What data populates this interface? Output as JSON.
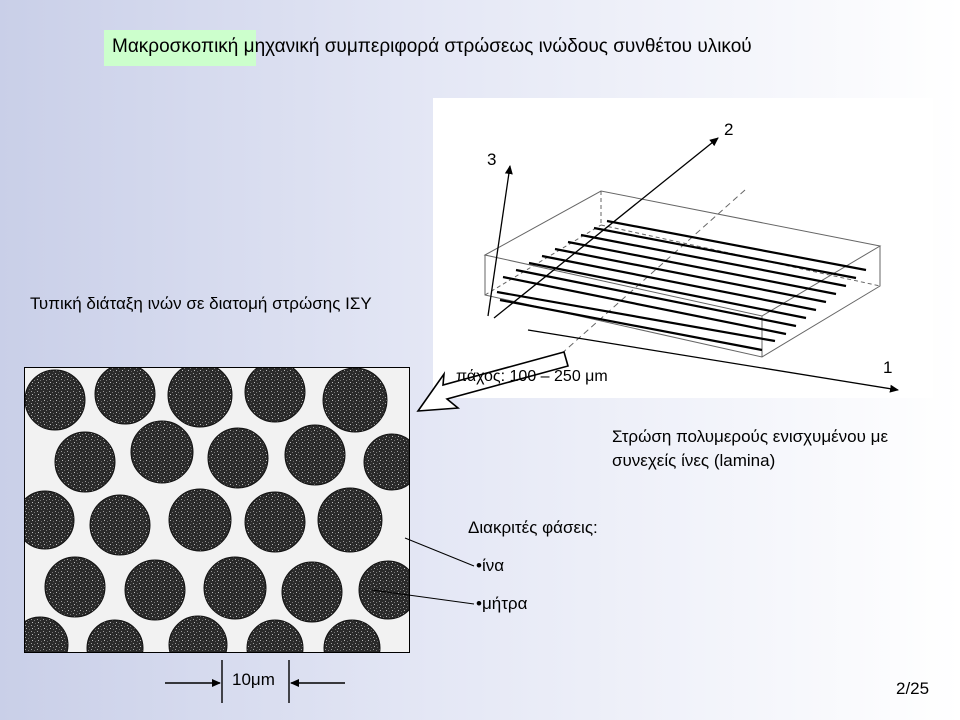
{
  "slide": {
    "title_part1": "Μακροσκοπική",
    "title_part2": " μηχανική συμπεριφορά στρώσεως ινώδους συνθέτου υλικού",
    "caption_left": "Τυπική διάταξη ινών σε διατομή στρώσης ΙΣΥ",
    "lamina_caption_line1": "Στρώση πολυμερούς ενισχυμένου με",
    "lamina_caption_line2": "συνεχείς ίνες (lamina)",
    "thickness": "πάχος: 100 – 250 μm",
    "phases_title": "Διακριτές φάσεις:",
    "phase_fiber": "•ίνα",
    "phase_matrix": "•μήτρα",
    "scale_bar_label": "10μm",
    "page_number": "2/25"
  },
  "diagram": {
    "axis_labels": {
      "axis1": "1",
      "axis2": "2",
      "axis3": "3"
    }
  },
  "colors": {
    "title_highlight": "#ccffcc",
    "background_left": "#c9cfe8",
    "background_right": "#ffffff"
  }
}
